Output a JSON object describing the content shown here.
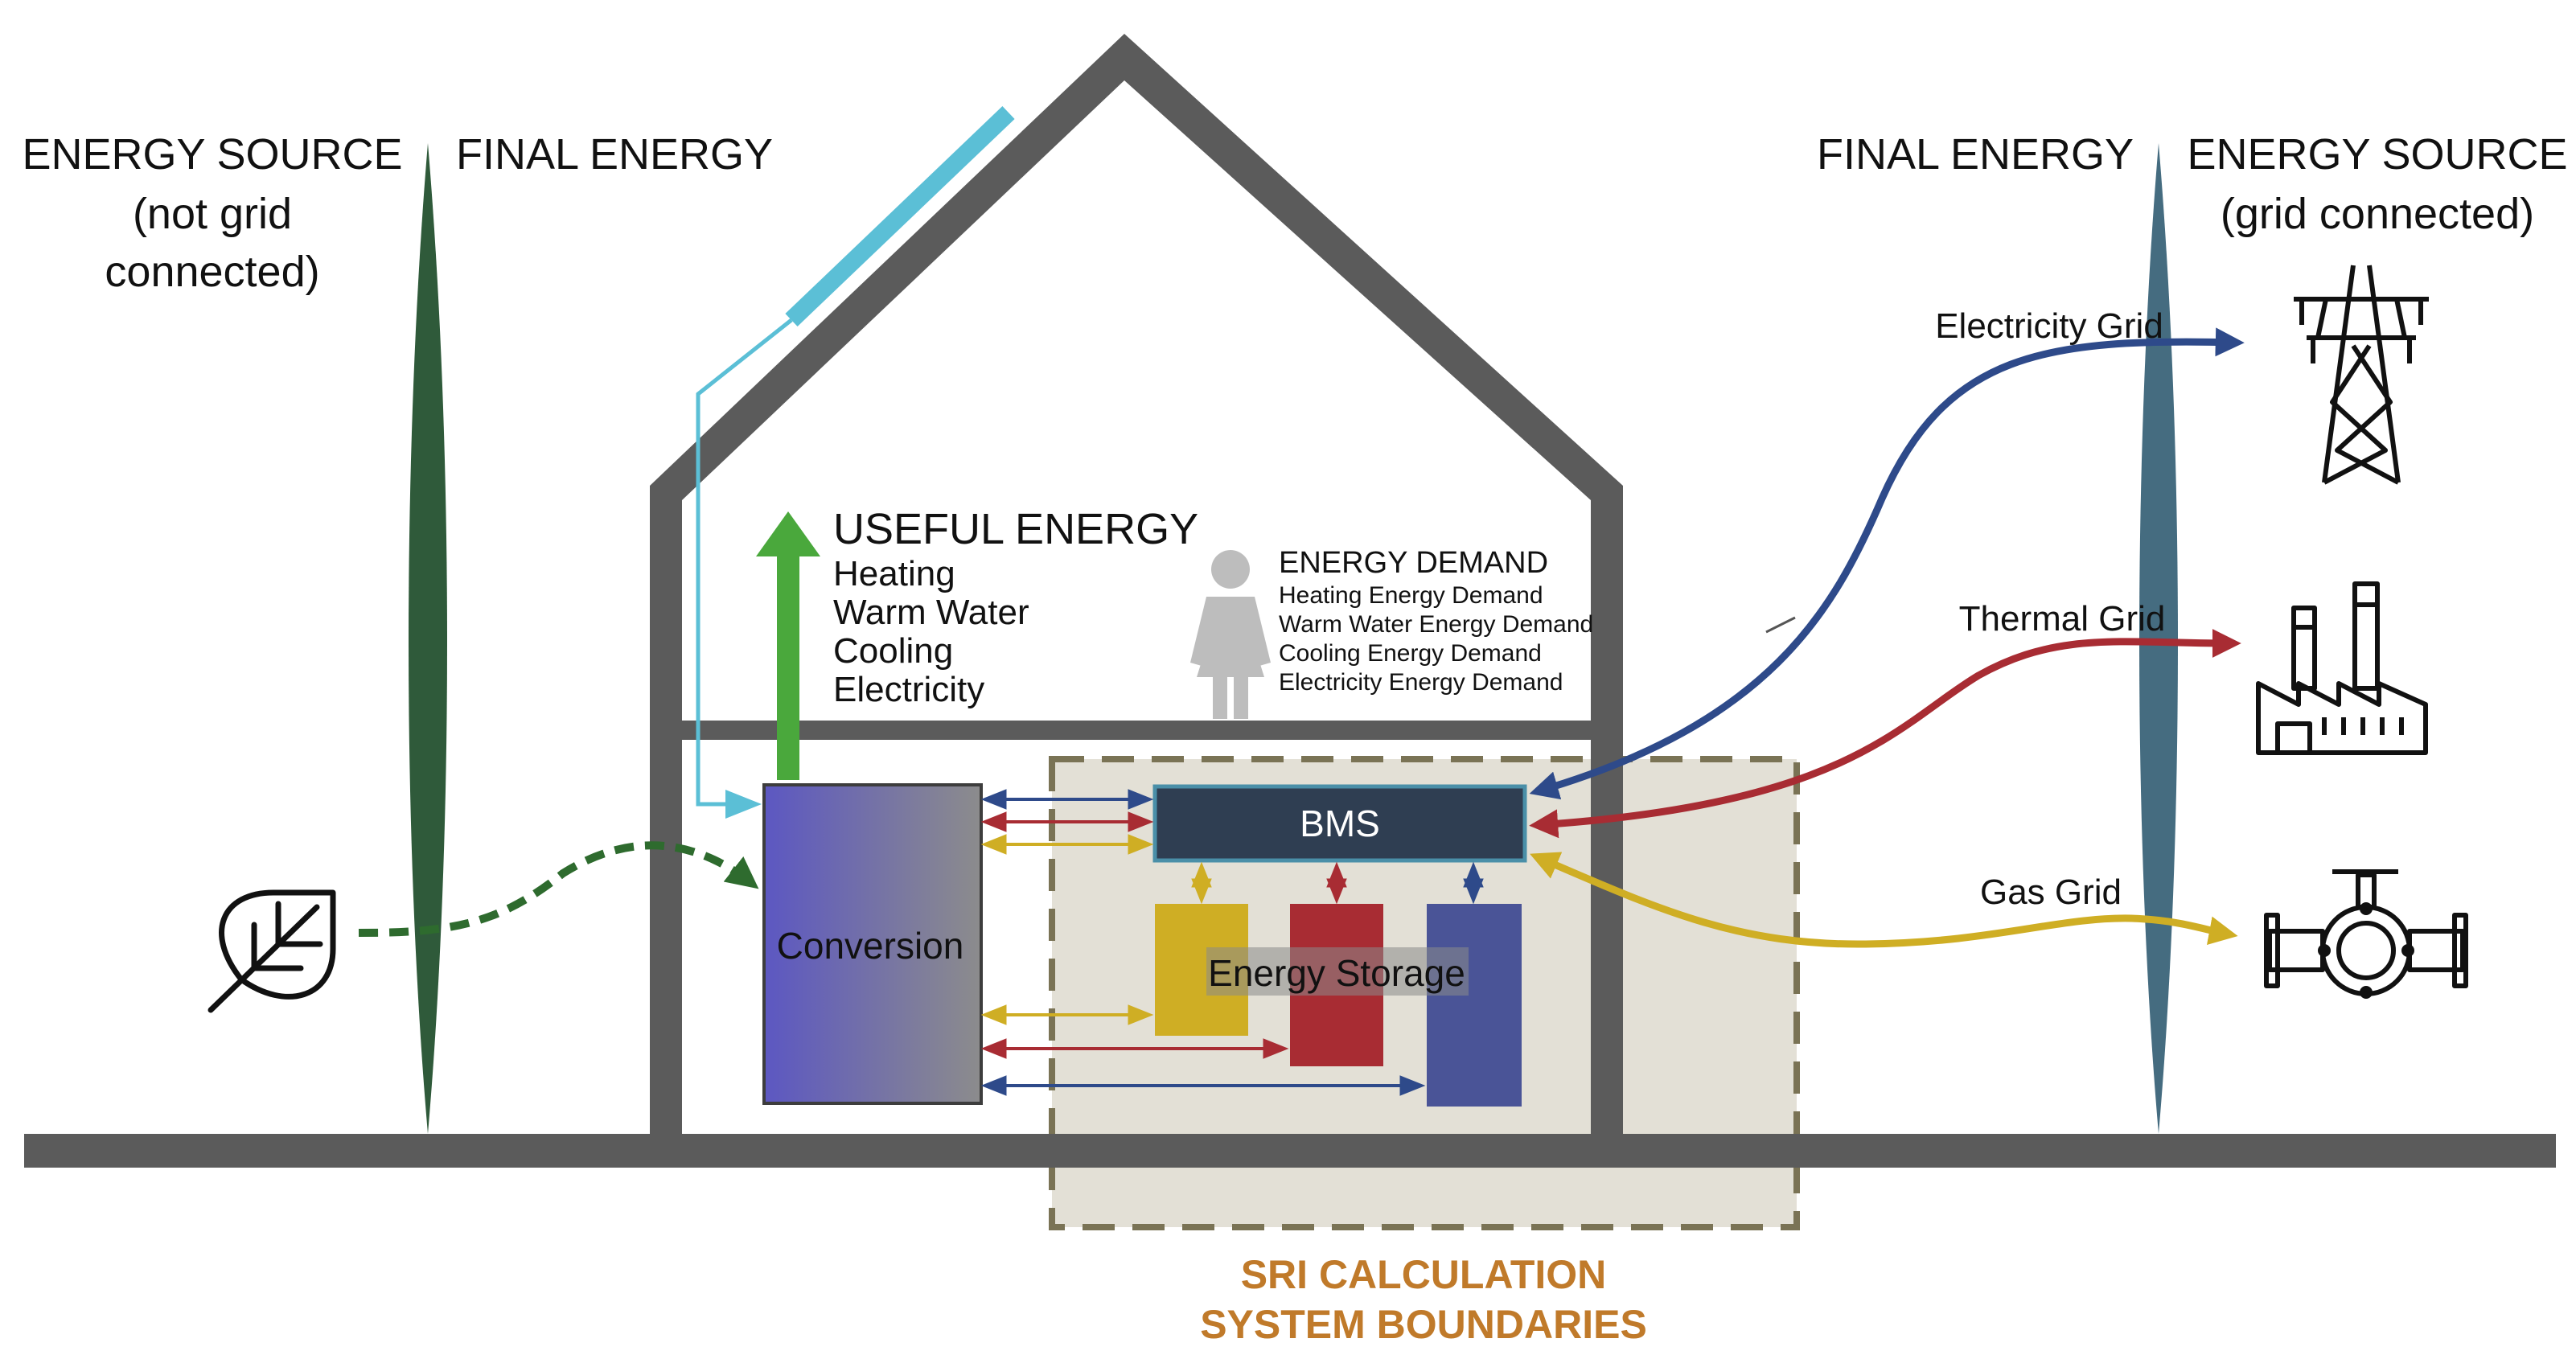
{
  "left": {
    "source_title": "ENERGY SOURCE",
    "source_sub_1": "(not grid",
    "source_sub_2": "connected)",
    "final_title": "FINAL ENERGY"
  },
  "right": {
    "final_title": "FINAL ENERGY",
    "source_title": "ENERGY SOURCE",
    "source_sub": "(grid connected)",
    "grids": [
      "Electricity Grid",
      "Thermal Grid",
      "Gas Grid"
    ]
  },
  "useful_energy": {
    "title": "USEFUL ENERGY",
    "items": [
      "Heating",
      "Warm Water",
      "Cooling",
      "Electricity"
    ]
  },
  "energy_demand": {
    "title": "ENERGY DEMAND",
    "items": [
      "Heating Energy Demand",
      "Warm Water Energy Demand",
      "Cooling Energy Demand",
      "Electricity Energy Demand"
    ]
  },
  "components": {
    "conversion": "Conversion",
    "bms": "BMS",
    "storage": "Energy Storage"
  },
  "boundary": {
    "line1": "SRI CALCULATION",
    "line2": "SYSTEM BOUNDARIES"
  },
  "colors": {
    "structure": "#5b5b5b",
    "electric": "#2e4a8a",
    "thermal": "#a82c33",
    "gas": "#cfae24",
    "useful": "#4aa83c",
    "solar": "#5bbfd6",
    "leaf_path": "#2e6b2e",
    "boundary_fill": "#e3e0d6",
    "boundary_stroke": "#7a7355",
    "bms": "#2f3e52",
    "sri_text": "#c07a2a"
  },
  "icons": [
    "leaf-icon",
    "pylon-icon",
    "factory-icon",
    "valve-icon",
    "person-icon"
  ]
}
